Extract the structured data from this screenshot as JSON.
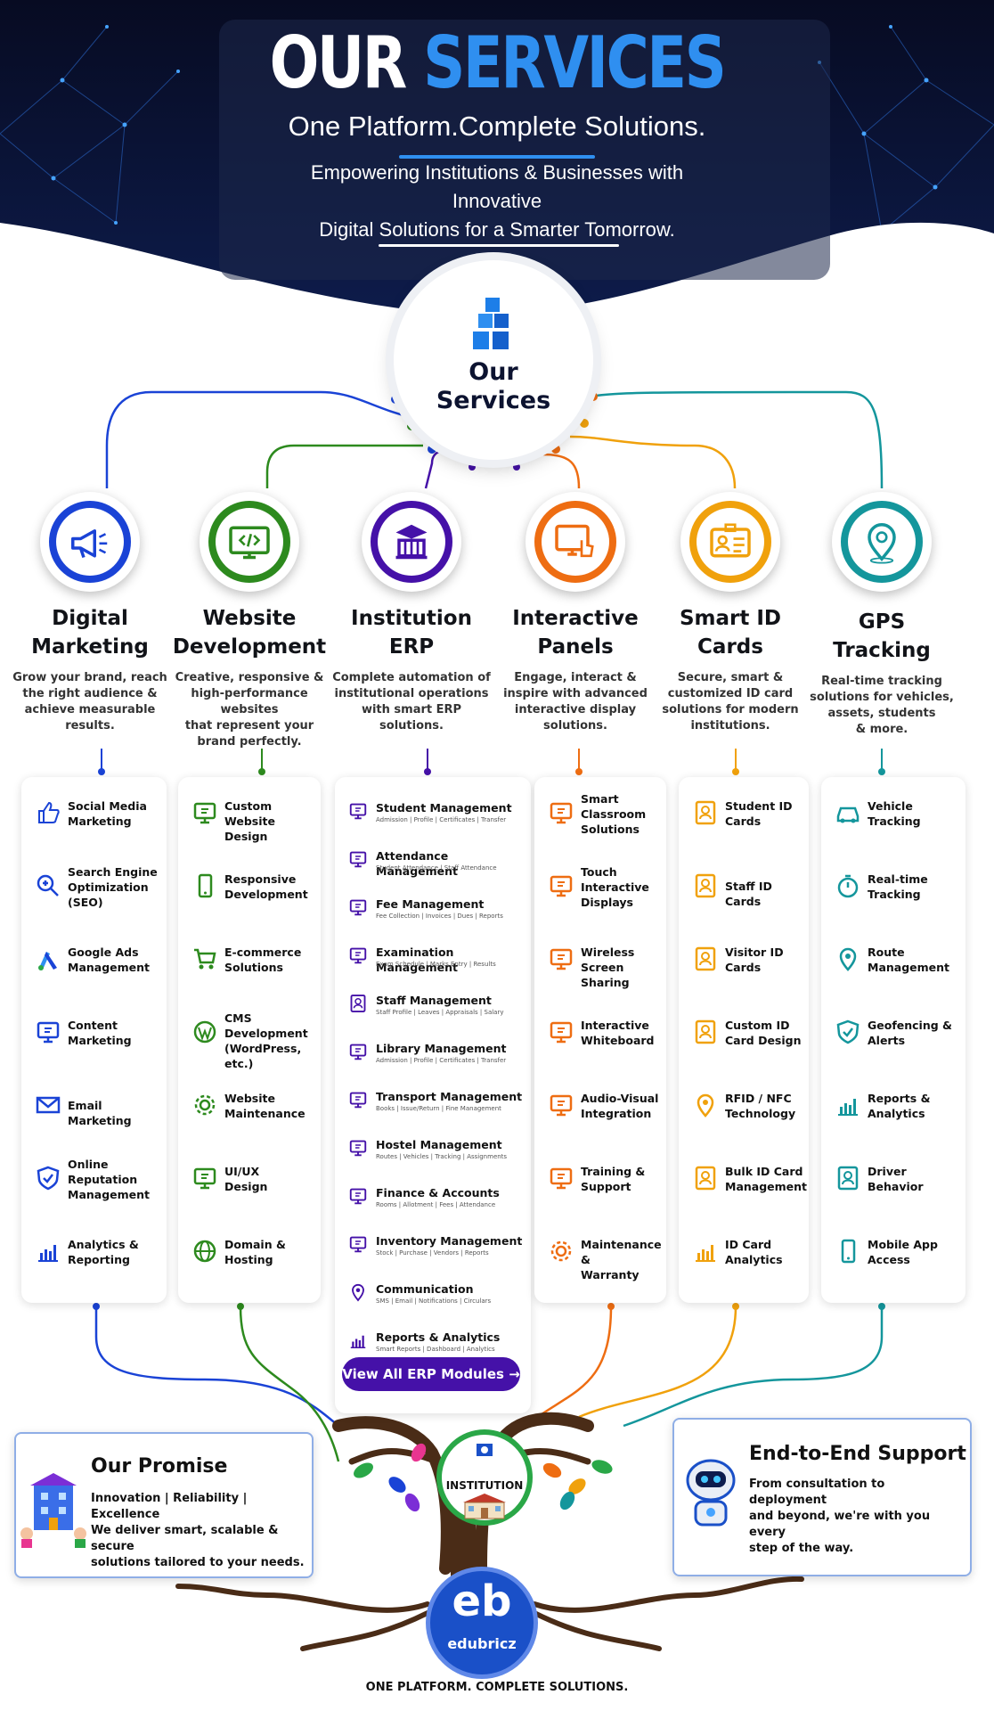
{
  "hero": {
    "title_word1": "OUR",
    "title_word2": "SERVICES",
    "tagline": "One Platform.Complete Solutions.",
    "subtitle_line1": "Empowering Institutions & Businesses with",
    "subtitle_line2": "Innovative",
    "subtitle_line3": "Digital Solutions for a Smarter Tomorrow."
  },
  "hub": {
    "line1": "Our",
    "line2": "Services",
    "icon": "cubes-icon"
  },
  "services": [
    {
      "key": "digital",
      "title_l1": "Digital",
      "title_l2": "Marketing",
      "desc_l1": "Grow your brand, reach",
      "desc_l2": "the right audience &",
      "desc_l3": "achieve measurable",
      "desc_l4": "results.",
      "color": "#1a43d6",
      "icon": "megaphone-icon",
      "items": [
        {
          "l1": "Social Media",
          "l2": "Marketing",
          "l3": ""
        },
        {
          "l1": "Search Engine",
          "l2": "Optimization",
          "l3": "(SEO)"
        },
        {
          "l1": "Google Ads",
          "l2": "Management",
          "l3": ""
        },
        {
          "l1": "Content",
          "l2": "Marketing",
          "l3": ""
        },
        {
          "l1": "Email Marketing",
          "l2": "",
          "l3": ""
        },
        {
          "l1": "Online",
          "l2": "Reputation",
          "l3": "Management"
        },
        {
          "l1": "Analytics &",
          "l2": "Reporting",
          "l3": ""
        }
      ]
    },
    {
      "key": "website",
      "title_l1": "Website",
      "title_l2": "Development",
      "desc_l1": "Creative, responsive &",
      "desc_l2": "high-performance websites",
      "desc_l3": "that represent your",
      "desc_l4": "brand perfectly.",
      "color": "#2d8a1e",
      "icon": "monitor-code-icon",
      "items": [
        {
          "l1": "Custom Website",
          "l2": "Design",
          "l3": ""
        },
        {
          "l1": "Responsive",
          "l2": "Development",
          "l3": ""
        },
        {
          "l1": "E-commerce",
          "l2": "Solutions",
          "l3": ""
        },
        {
          "l1": "CMS",
          "l2": "Development",
          "l3": "(WordPress, etc.)"
        },
        {
          "l1": "Website",
          "l2": "Maintenance",
          "l3": ""
        },
        {
          "l1": "UI/UX",
          "l2": "Design",
          "l3": ""
        },
        {
          "l1": "Domain &",
          "l2": "Hosting",
          "l3": ""
        }
      ]
    },
    {
      "key": "erp",
      "title_l1": "Institution",
      "title_l2": "ERP",
      "desc_l1": "Complete automation of",
      "desc_l2": "institutional operations",
      "desc_l3": "with smart ERP",
      "desc_l4": "solutions.",
      "color": "#4511a8",
      "icon": "graduation-building-icon",
      "items": [
        {
          "label": "Student Management",
          "sub": "Admission | Profile | Certificates | Transfer"
        },
        {
          "label": "Attendance Management",
          "sub": "Student Attendance | Staff Attendance"
        },
        {
          "label": "Fee Management",
          "sub": "Fee Collection | Invoices | Dues | Reports"
        },
        {
          "label": "Examination Management",
          "sub": "Exam Schedule | Marks Entry | Results"
        },
        {
          "label": "Staff Management",
          "sub": "Staff Profile | Leaves | Appraisals | Salary"
        },
        {
          "label": "Library Management",
          "sub": "Admission | Profile | Certificates | Transfer"
        },
        {
          "label": "Transport Management",
          "sub": "Books | Issue/Return | Fine Management"
        },
        {
          "label": "Hostel Management",
          "sub": "Routes | Vehicles | Tracking | Assignments"
        },
        {
          "label": "Finance & Accounts",
          "sub": "Rooms | Allotment | Fees | Attendance"
        },
        {
          "label": "Inventory Management",
          "sub": "Stock | Purchase | Vendors | Reports"
        },
        {
          "label": "Communication",
          "sub": "SMS | Email | Notifications | Circulars"
        },
        {
          "label": "Reports & Analytics",
          "sub": "Smart Reports | Dashboard | Analytics"
        }
      ],
      "button": "View All ERP Modules →"
    },
    {
      "key": "panels",
      "title_l1": "Interactive",
      "title_l2": "Panels",
      "desc_l1": "Engage, interact &",
      "desc_l2": "inspire with advanced",
      "desc_l3": "interactive display",
      "desc_l4": "solutions.",
      "color": "#ee6d12",
      "icon": "touch-screen-icon",
      "items": [
        {
          "l1": "Smart",
          "l2": "Classroom",
          "l3": "Solutions"
        },
        {
          "l1": "Touch",
          "l2": "Interactive",
          "l3": "Displays"
        },
        {
          "l1": "Wireless",
          "l2": "Screen Sharing",
          "l3": ""
        },
        {
          "l1": "Interactive",
          "l2": "Whiteboard",
          "l3": ""
        },
        {
          "l1": "Audio-Visual",
          "l2": "Integration",
          "l3": ""
        },
        {
          "l1": "Training &",
          "l2": "Support",
          "l3": ""
        },
        {
          "l1": "Maintenance &",
          "l2": "Warranty",
          "l3": ""
        }
      ]
    },
    {
      "key": "idcards",
      "title_l1": "Smart ID",
      "title_l2": "Cards",
      "desc_l1": "Secure, smart &",
      "desc_l2": "customized ID card",
      "desc_l3": "solutions for modern",
      "desc_l4": "institutions.",
      "color": "#f0a10c",
      "icon": "id-card-icon",
      "items": [
        {
          "l1": "Student ID",
          "l2": "Cards",
          "l3": ""
        },
        {
          "l1": "Staff ID Cards",
          "l2": "",
          "l3": ""
        },
        {
          "l1": "Visitor ID",
          "l2": "Cards",
          "l3": ""
        },
        {
          "l1": "Custom ID",
          "l2": "Card Design",
          "l3": ""
        },
        {
          "l1": "RFID / NFC",
          "l2": "Technology",
          "l3": ""
        },
        {
          "l1": "Bulk ID Card",
          "l2": "Management",
          "l3": ""
        },
        {
          "l1": "ID Card",
          "l2": "Analytics",
          "l3": ""
        }
      ]
    },
    {
      "key": "gps",
      "title_l1": "GPS",
      "title_l2": "Tracking",
      "desc_l1": "Real-time tracking",
      "desc_l2": "solutions for vehicles,",
      "desc_l3": "assets, students",
      "desc_l4": "& more.",
      "color": "#14969c",
      "icon": "location-pin-icon",
      "items": [
        {
          "l1": "Vehicle",
          "l2": "Tracking",
          "l3": ""
        },
        {
          "l1": "Real-time",
          "l2": "Tracking",
          "l3": ""
        },
        {
          "l1": "Route",
          "l2": "Management",
          "l3": ""
        },
        {
          "l1": "Geofencing &",
          "l2": "Alerts",
          "l3": ""
        },
        {
          "l1": "Reports &",
          "l2": "Analytics",
          "l3": ""
        },
        {
          "l1": "Driver",
          "l2": "Behavior",
          "l3": ""
        },
        {
          "l1": "Mobile App",
          "l2": "Access",
          "l3": ""
        }
      ]
    }
  ],
  "promise": {
    "title": "Our Promise",
    "line1": "Innovation | Reliability | Excellence",
    "line2": "We deliver smart, scalable & secure",
    "line3": "solutions tailored to your needs."
  },
  "support": {
    "title": "End-to-End Support",
    "line1": "From consultation to deployment",
    "line2": "and beyond, we're with you every",
    "line3": "step of the way."
  },
  "institution": {
    "label": "INSTITUTION"
  },
  "logo": {
    "mark": "eb",
    "name": "edubricz"
  },
  "footer": "ONE PLATFORM. COMPLETE SOLUTIONS."
}
